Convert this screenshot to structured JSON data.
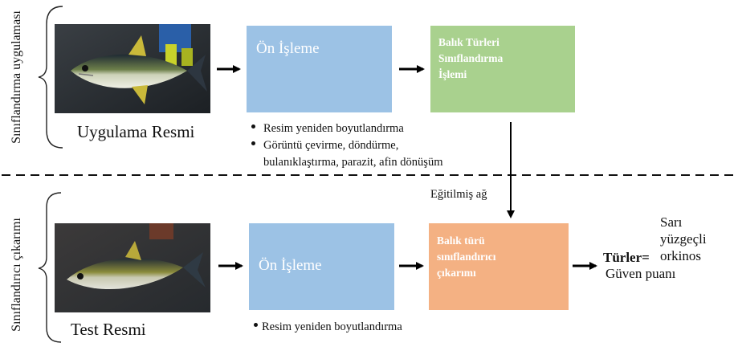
{
  "sections": {
    "top_label": "Sınıflandırma uygulaması",
    "bottom_label": "Sınıflandırıcı çıkarımı"
  },
  "top": {
    "image_caption": "Uygulama Resmi",
    "preprocess_label": "Ön İşleme",
    "classify_label": "Balık Türleri Sınıflandırma İşlemi",
    "bullets": [
      "Resim yeniden boyutlandırma",
      "Görüntü çevirme, döndürme,",
      "bulanıklaştırma, parazit, afin dönüşüm"
    ]
  },
  "connector_label": "Eğitilmiş ağ",
  "bottom": {
    "image_caption": "Test Resmi",
    "preprocess_label": "Ön İşleme",
    "inference_label": "Balık türü sınıflandırıcı çıkarımı",
    "bullets": [
      "Resim yeniden boyutlandırma"
    ],
    "result_key": "Türler=",
    "result_species": "Sarı yüzgeçli orkinos",
    "result_confidence": "Güven puanı"
  },
  "colors": {
    "preprocess_box": "#9cc2e5",
    "classify_box": "#a9d18e",
    "inference_box": "#f4b183"
  }
}
